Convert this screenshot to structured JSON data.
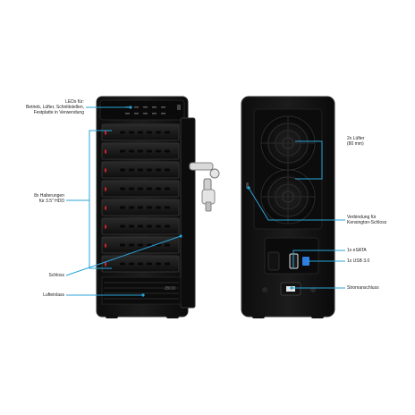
{
  "front_labels": {
    "leds_line1": "LEDs für:",
    "leds_line2": "Betrieb, Lüfter, Schnittstellen,",
    "leds_line3": "Festplatte in Verwendung",
    "bays_line1": "8x Halterungen",
    "bays_line2": "für 3.5\" HDD",
    "lock": "Schloss",
    "vent": "Lufteinlass"
  },
  "back_labels": {
    "fans_line1": "2x Lüfter",
    "fans_line2": "(80 mm)",
    "kensington_line1": "Verbindung für",
    "kensington_line2": "Kensington-Schloss",
    "esata": "1x eSATA",
    "usb": "1x USB 3.0",
    "power": "Stromanschluss"
  },
  "device_brand": "JBOD",
  "bay_count": 8,
  "colors": {
    "leader_line": "#2aa3d8",
    "enclosure": "#151515",
    "enclosure_edge": "#2a2a2a",
    "usb_port": "#2f7fe0",
    "led_red": "#d0202a"
  }
}
